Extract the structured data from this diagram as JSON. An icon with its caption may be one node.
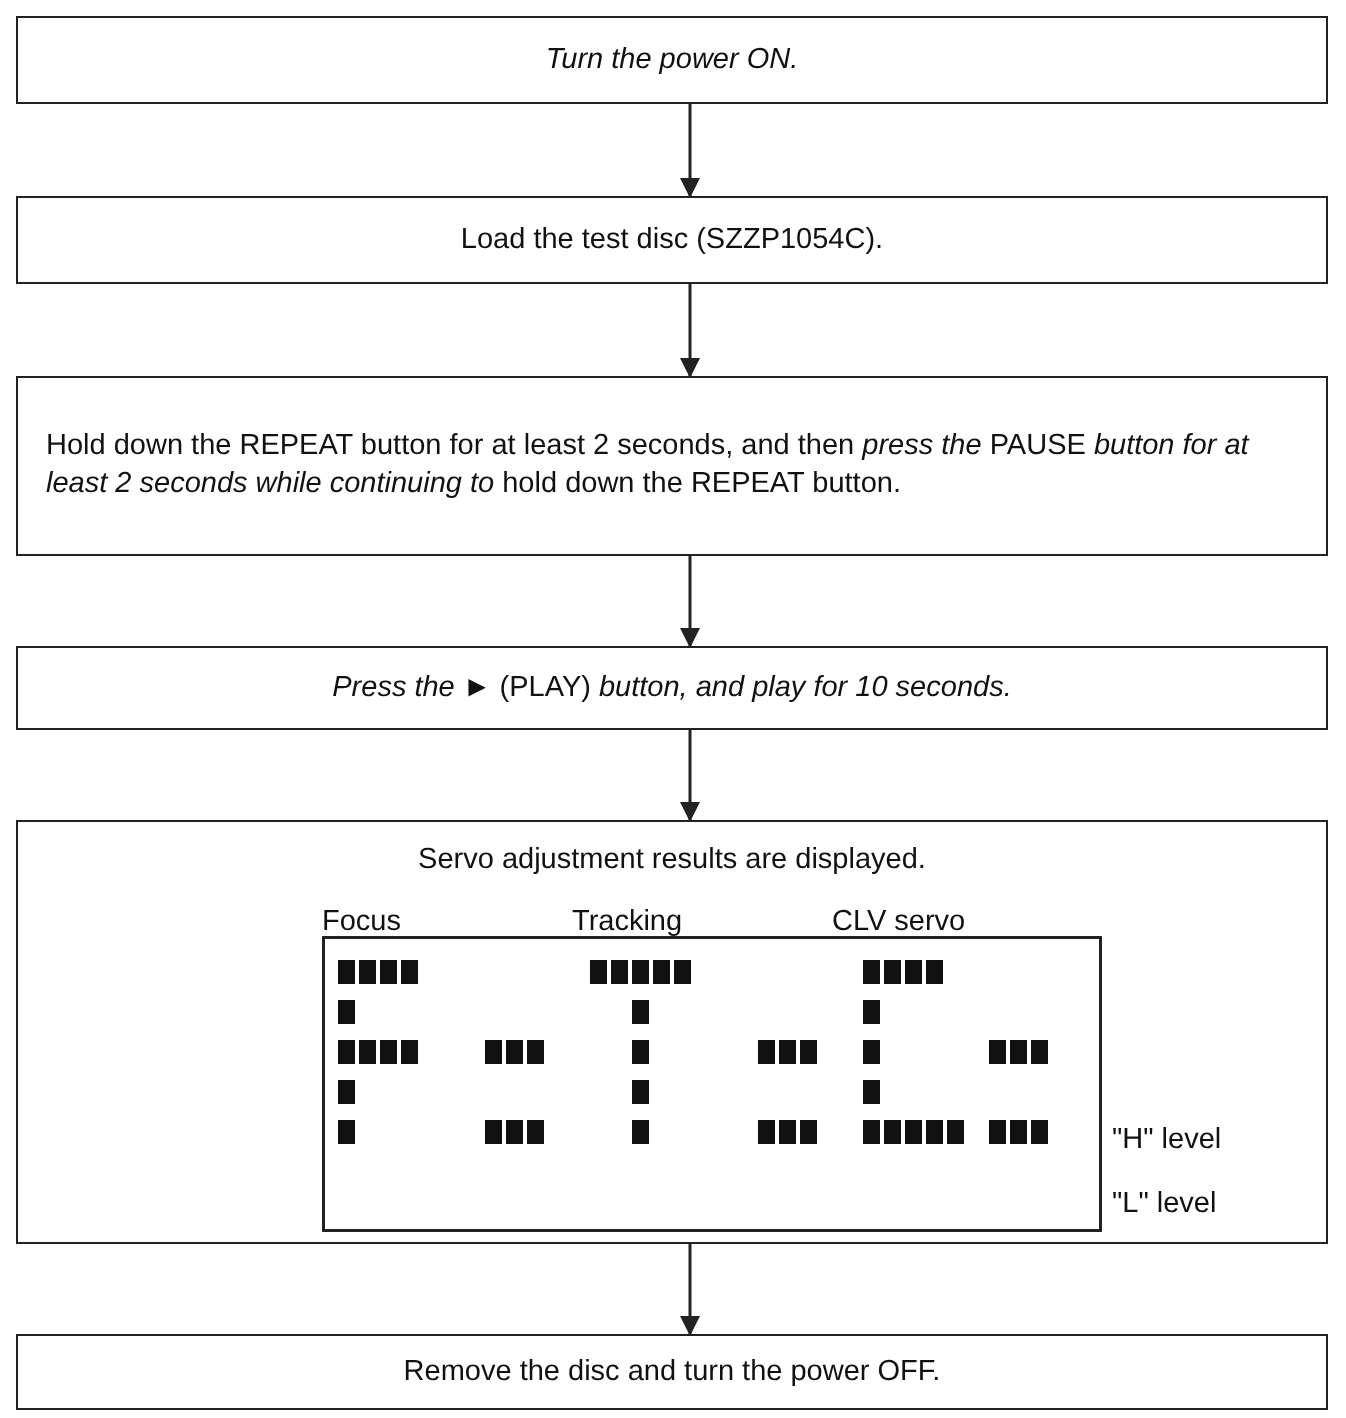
{
  "diagram": {
    "nodes": [
      {
        "text": [
          "Turn the power ON."
        ]
      },
      {
        "text": [
          "Load the test disc (SZZP1054C)."
        ]
      },
      {
        "text": [
          "Hold down the REPEAT button for at least 2 seconds, and then *press the* PAUSE *button for at least 2 seconds while continuing to* hold down the REPEAT button."
        ]
      },
      {
        "text": [
          "*Press the* ► (PLAY) *button, and play for 10 seconds.*"
        ]
      },
      {
        "text": [
          "Servo adjustment results are displayed."
        ]
      },
      {
        "text": [
          "Remove the disc and turn the power OFF."
        ]
      }
    ],
    "edges": [
      {
        "from": 0,
        "to": 1,
        "arrow": "to"
      },
      {
        "from": 1,
        "to": 2,
        "arrow": "to"
      },
      {
        "from": 2,
        "to": 3,
        "arrow": "to"
      },
      {
        "from": 3,
        "to": 4,
        "arrow": "to"
      },
      {
        "from": 4,
        "to": 5,
        "arrow": "to"
      }
    ],
    "labels": [
      "Focus",
      "Tracking",
      "CLV servo",
      "\"H\" level",
      "\"L\" level"
    ]
  }
}
